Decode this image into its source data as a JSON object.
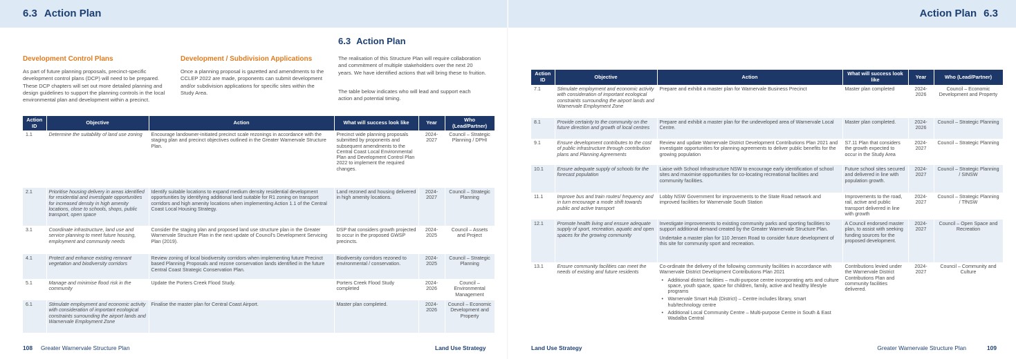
{
  "left_page": {
    "header": {
      "number": "6.3",
      "title": "Action Plan"
    },
    "columns": [
      {
        "heading": "Development Control Plans",
        "text": "As part of future planning proposals, precinct-specific development control plans (DCP) will need to be prepared. These DCP chapters will set out more detailed planning and design guidelines to support the planning controls in the local environmental plan and development within a precinct."
      },
      {
        "heading": "Development / Subdivision Applications",
        "text": "Once a planning proposal is gazetted and amendments to the CCLEP 2022 are made, proponents can submit development and/or subdivision applications for specific sites within the Study Area."
      }
    ],
    "section": {
      "number": "6.3",
      "title": "Action Plan",
      "paragraph1": "The realisation of this Structure Plan will require collaboration and commitment of multiple stakeholders over the next 20 years. We have identified actions that will bring these to fruition.",
      "paragraph2": "The table below indicates who will lead and support each action and potential timing."
    },
    "table": {
      "headers": [
        "Action ID",
        "Objective",
        "Action",
        "What will success look like",
        "Year",
        "Who (Lead/Partner)"
      ],
      "rows": [
        {
          "id": "1.1",
          "objective": "Determine the suitability of land use zoning",
          "action": "Encourage landowner-initiated precinct scale rezonings in accordance with the staging plan and precinct objectives outlined in the Greater Warnervale Structure Plan.",
          "success": "Precinct wide planning proposals submitted by proponents and subsequent amendments to the Central Coast Local Environmental Plan and Development Control Plan 2022 to implement the required changes.",
          "year": "2024-2027",
          "who": "Council – Strategic Planning / DPHI"
        },
        {
          "id": "2.1",
          "objective": "Prioritise housing delivery in areas identified for residential and investigate opportunities for increased density in high amenity locations, close to schools, shops, public transport, open space",
          "action": "Identify suitable locations to expand medium density residential development opportunities by identifying additional land suitable for R1 zoning on transport corridors and high amenity locations when implementing Action 1.1 of the Central Coast Local Housing Strategy.",
          "success": "Land rezoned and housing delivered in high amenity locations.",
          "year": "2024-2027",
          "who": "Council – Strategic Planning"
        },
        {
          "id": "3.1",
          "objective": "Coordinate infrastructure, land use and service planning to meet future housing, employment and community needs",
          "action": "Consider the staging plan and proposed land use structure plan in the Greater Warnervale Structure Plan in the next update of Council's Development Servicing Plan (2019).",
          "success": "DSP that considers growth projected to occur in the proposed GWSP precincts.",
          "year": "2024-2025",
          "who": "Council – Assets and Project"
        },
        {
          "id": "4.1",
          "objective": "Protect and enhance existing remnant vegetation and biodiversity corridors",
          "action": "Review zoning of local biodiversity corridors when implementing future Precinct based Planning Proposals and rezone conservation lands identified in the future Central Coast Strategic Conservation Plan.",
          "success": "Biodiversity corridors rezoned to environmental / conservation.",
          "year": "2024-2025",
          "who": "Council – Strategic Planning"
        },
        {
          "id": "5.1",
          "objective": "Manage and minimise flood risk in the community",
          "action": "Update the Porters Creek Flood Study.",
          "success": "Porters Creek Flood Study completed",
          "year": "2024-2026",
          "who": "Council – Environmental Management"
        },
        {
          "id": "6.1",
          "objective": "Stimulate employment and economic activity with consideration of important ecological constraints surrounding the airport lands and Warnervale Employment Zone",
          "action": "Finalise the master plan for Central Coast Airport.",
          "success": "Master plan completed.",
          "year": "2024-2026",
          "who": "Council – Economic Development and Property"
        }
      ]
    },
    "footer": {
      "page": "108",
      "doc": "Greater Warnervale Structure Plan",
      "chapter": "Land Use Strategy"
    }
  },
  "right_page": {
    "header": {
      "number": "6.3",
      "title": "Action Plan"
    },
    "table": {
      "headers": [
        "Action ID",
        "Objective",
        "Action",
        "What will success look like",
        "Year",
        "Who (Lead/Partner)"
      ],
      "rows": [
        {
          "id": "7.1",
          "objective": "Stimulate employment and economic activity with consideration of important ecological constraints surrounding the airport lands and Warnervale Employment Zone",
          "action": "Prepare and exhibit a master plan for Warnervale Business Precinct",
          "success": "Master plan completed",
          "year": "2024-2026",
          "who": "Council – Economic Development and Property"
        },
        {
          "id": "8.1",
          "objective": "Provide certainty to the community on the future direction and growth of local centres",
          "action": "Prepare and exhibit a master plan for the undeveloped area of Warnervale Local Centre.",
          "success": "Master plan completed.",
          "year": "2024-2026",
          "who": "Council – Strategic Planning"
        },
        {
          "id": "9.1",
          "objective": "Ensure development contributes to the cost of public infrastructure through contribution plans and Planning Agreements",
          "action": "Review and update Warnervale District Development Contributions Plan 2021 and investigate opportunities for planning agreements to deliver public benefits for the growing population",
          "success": "S7.11 Plan that considers the growth expected to occur in the Study Area",
          "year": "2024-2027",
          "who": "Council – Strategic Planning"
        },
        {
          "id": "10.1",
          "objective": "Ensure adequate supply of schools for the forecast population",
          "action": "Liaise with School Infrastructure NSW to encourage early identification of school sites and maximise opportunities for co-locating recreational facilities and community facilities.",
          "success": "Future school sites secured and delivered in line with population growth.",
          "year": "2024-2027",
          "who": "Council – Strategic Planning / SINSW"
        },
        {
          "id": "11.1",
          "objective": "Improve bus and train routes/ frequency and in turn encourage a mode shift towards public and active transport",
          "action": "Lobby NSW Government for improvements to the State Road network and improved facilities for Warnervale South Station",
          "success": "Improvements to the road, rail, active and public transport delivered in line with growth",
          "year": "2024-2027",
          "who": "Council – Strategic Planning / TfNSW"
        },
        {
          "id": "12.1",
          "objective": "Promote health living and ensure adequate supply of sport, recreation, aquatic and open spaces for the growing community",
          "action": "Investigate improvements to existing community parks and sporting facilities to support additional demand created by the Greater Warnervale Structure Plan.",
          "action_note": "Undertake a master plan for 110 Jensen Road to consider future development of this site for community sport and recreation.",
          "success": "A Council endorsed master plan, to assist with seeking funding sources for the proposed development.",
          "year": "2024-2027",
          "who": "Council – Open Space and Recreation"
        },
        {
          "id": "13.1",
          "objective": "Ensure community facilities can meet the needs of existing and future residents",
          "action": "Co-ordinate the delivery of the following community facilities in accordance with Warnervale District Development Contributions Plan 2021",
          "action_items": [
            "Additional district facilities – multi-purpose centre incorporating arts and culture space, youth space, space for children, family, active and healthy lifestyle programs",
            "Warnervale Smart Hub (District) – Centre includes library, smart hub/technology centre",
            "Additional Local Community Centre – Multi-purpose Centre in South & East Wadalba Central"
          ],
          "success": "Contributions levied under the Warnervale District Contributions Plan and community facilities delivered.",
          "year": "2024-2027",
          "who": "Council – Community and Culture"
        }
      ]
    },
    "footer": {
      "chapter": "Land Use Strategy",
      "doc": "Greater Warnervale Structure Plan",
      "page": "109"
    }
  },
  "colors": {
    "header_band": "#dde9f4",
    "navy": "#1c3768",
    "title_blue": "#1d3f72",
    "orange": "#e07b1f",
    "row_alt": "#e7eef6"
  }
}
